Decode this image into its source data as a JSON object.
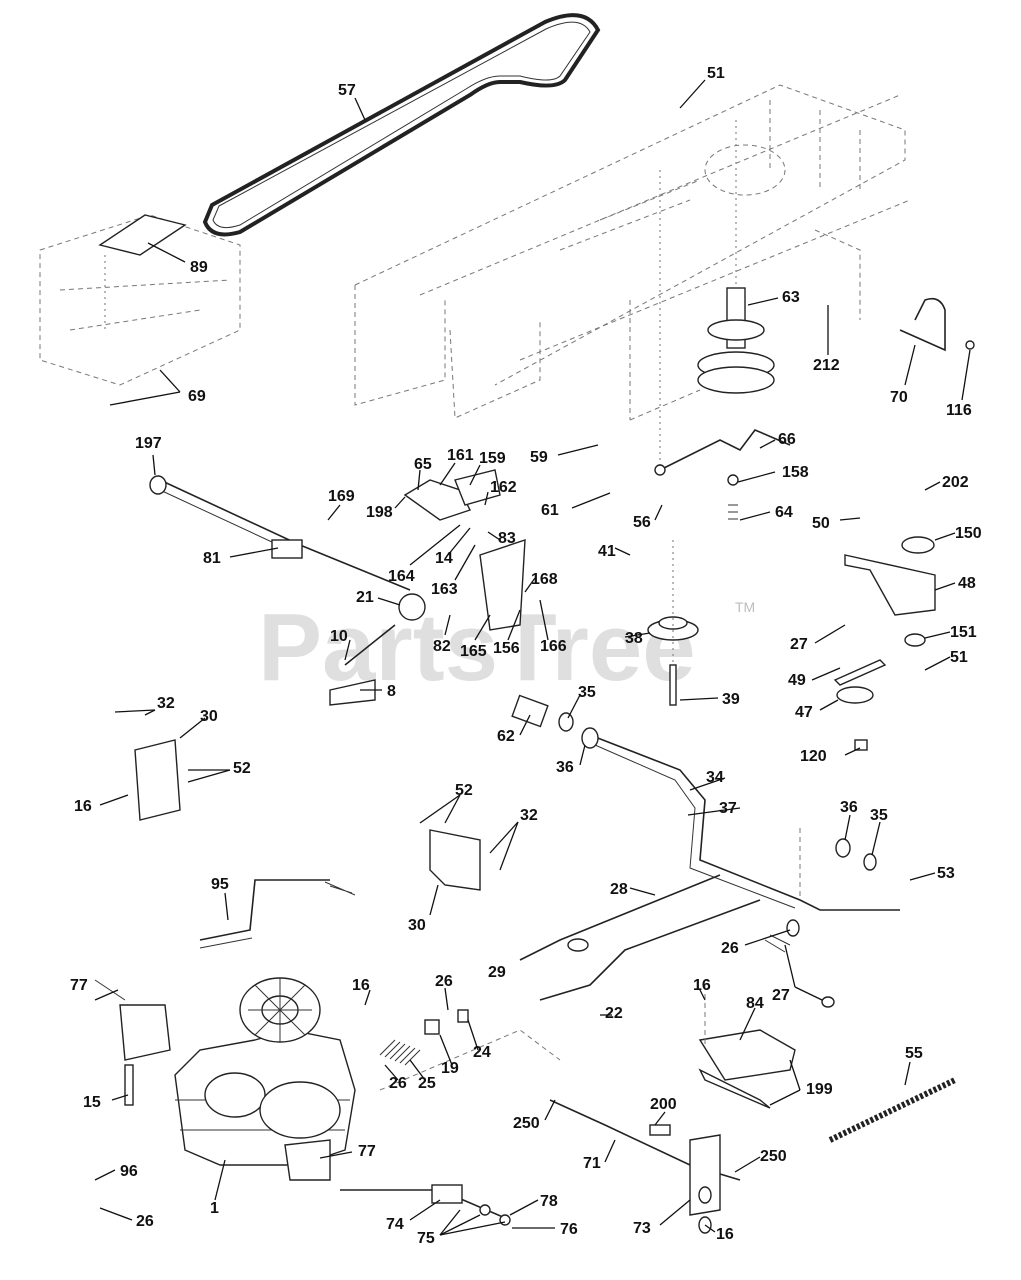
{
  "watermark": {
    "text": "PartsTree",
    "trademark": "TM"
  },
  "callouts": [
    {
      "id": "c57",
      "label": "57"
    },
    {
      "id": "c51a",
      "label": "51"
    },
    {
      "id": "c89",
      "label": "89"
    },
    {
      "id": "c63",
      "label": "63"
    },
    {
      "id": "c212",
      "label": "212"
    },
    {
      "id": "c70",
      "label": "70"
    },
    {
      "id": "c116",
      "label": "116"
    },
    {
      "id": "c69",
      "label": "69"
    },
    {
      "id": "c197",
      "label": "197"
    },
    {
      "id": "c59",
      "label": "59"
    },
    {
      "id": "c66",
      "label": "66"
    },
    {
      "id": "c65",
      "label": "65"
    },
    {
      "id": "c161",
      "label": "161"
    },
    {
      "id": "c159",
      "label": "159"
    },
    {
      "id": "c158",
      "label": "158"
    },
    {
      "id": "c202",
      "label": "202"
    },
    {
      "id": "c169",
      "label": "169"
    },
    {
      "id": "c162",
      "label": "162"
    },
    {
      "id": "c198",
      "label": "198"
    },
    {
      "id": "c61",
      "label": "61"
    },
    {
      "id": "c56",
      "label": "56"
    },
    {
      "id": "c64",
      "label": "64"
    },
    {
      "id": "c50",
      "label": "50"
    },
    {
      "id": "c150",
      "label": "150"
    },
    {
      "id": "c81",
      "label": "81"
    },
    {
      "id": "c164",
      "label": "164"
    },
    {
      "id": "c14",
      "label": "14"
    },
    {
      "id": "c83",
      "label": "83"
    },
    {
      "id": "c41",
      "label": "41"
    },
    {
      "id": "c48",
      "label": "48"
    },
    {
      "id": "c168",
      "label": "168"
    },
    {
      "id": "c163",
      "label": "163"
    },
    {
      "id": "c21",
      "label": "21"
    },
    {
      "id": "c10",
      "label": "10"
    },
    {
      "id": "c82",
      "label": "82"
    },
    {
      "id": "c165",
      "label": "165"
    },
    {
      "id": "c156",
      "label": "156"
    },
    {
      "id": "c166",
      "label": "166"
    },
    {
      "id": "c38",
      "label": "38"
    },
    {
      "id": "c27a",
      "label": "27"
    },
    {
      "id": "c151",
      "label": "151"
    },
    {
      "id": "c51b",
      "label": "51"
    },
    {
      "id": "c8",
      "label": "8"
    },
    {
      "id": "c49",
      "label": "49"
    },
    {
      "id": "c35a",
      "label": "35"
    },
    {
      "id": "c39",
      "label": "39"
    },
    {
      "id": "c47",
      "label": "47"
    },
    {
      "id": "c32a",
      "label": "32"
    },
    {
      "id": "c30a",
      "label": "30"
    },
    {
      "id": "c62",
      "label": "62"
    },
    {
      "id": "c36a",
      "label": "36"
    },
    {
      "id": "c52a",
      "label": "52"
    },
    {
      "id": "c120",
      "label": "120"
    },
    {
      "id": "c34",
      "label": "34"
    },
    {
      "id": "c16a",
      "label": "16"
    },
    {
      "id": "c37",
      "label": "37"
    },
    {
      "id": "c52b",
      "label": "52"
    },
    {
      "id": "c32b",
      "label": "32"
    },
    {
      "id": "c36b",
      "label": "36"
    },
    {
      "id": "c35b",
      "label": "35"
    },
    {
      "id": "c53",
      "label": "53"
    },
    {
      "id": "c95",
      "label": "95"
    },
    {
      "id": "c28",
      "label": "28"
    },
    {
      "id": "c30b",
      "label": "30"
    },
    {
      "id": "c26a",
      "label": "26"
    },
    {
      "id": "c29",
      "label": "29"
    },
    {
      "id": "c27b",
      "label": "27"
    },
    {
      "id": "c16b",
      "label": "16"
    },
    {
      "id": "c26b",
      "label": "26"
    },
    {
      "id": "c77a",
      "label": "77"
    },
    {
      "id": "c22",
      "label": "22"
    },
    {
      "id": "c16c",
      "label": "16"
    },
    {
      "id": "c84",
      "label": "84"
    },
    {
      "id": "c55",
      "label": "55"
    },
    {
      "id": "c24",
      "label": "24"
    },
    {
      "id": "c26c",
      "label": "26"
    },
    {
      "id": "c25",
      "label": "25"
    },
    {
      "id": "c19",
      "label": "19"
    },
    {
      "id": "c199",
      "label": "199"
    },
    {
      "id": "c15",
      "label": "15"
    },
    {
      "id": "c200",
      "label": "200"
    },
    {
      "id": "c250a",
      "label": "250"
    },
    {
      "id": "c77b",
      "label": "77"
    },
    {
      "id": "c71",
      "label": "71"
    },
    {
      "id": "c250b",
      "label": "250"
    },
    {
      "id": "c96",
      "label": "96"
    },
    {
      "id": "c78",
      "label": "78"
    },
    {
      "id": "c1",
      "label": "1"
    },
    {
      "id": "c26d",
      "label": "26"
    },
    {
      "id": "c74",
      "label": "74"
    },
    {
      "id": "c76",
      "label": "76"
    },
    {
      "id": "c73",
      "label": "73"
    },
    {
      "id": "c75",
      "label": "75"
    },
    {
      "id": "c16d",
      "label": "16"
    }
  ]
}
